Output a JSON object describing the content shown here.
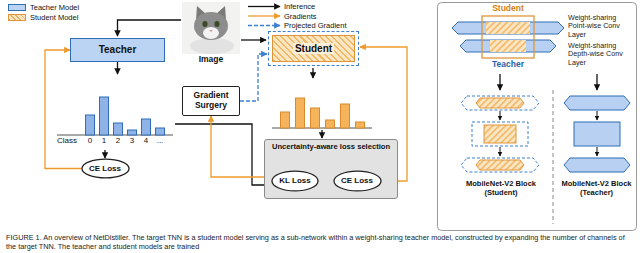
{
  "diagram": {
    "caption": "FIGURE 1. An overview of NetDistiller. The target TNN is a student model serving as a sub-network within a weight-sharing teacher model, constructed by expanding the number of channels of the target TNN. The teacher and student models are trained",
    "nodes": [
      {
        "text": [
          "Teacher"
        ]
      },
      {
        "text": [
          "Student"
        ]
      },
      {
        "text": [
          "Class",
          "0",
          "1",
          "2",
          "3",
          "4",
          "..."
        ]
      },
      {
        "text": [
          "Gradient Surgery"
        ]
      },
      {
        "text": [
          "CE Loss"
        ]
      },
      {
        "text": [
          "Uncertainty-aware loss selection"
        ]
      },
      {
        "text": [
          "KL Loss"
        ],
        "in": 5
      },
      {
        "text": [
          "CE Loss"
        ],
        "in": 5
      }
    ],
    "edges": [
      {
        "from": 0,
        "to": 2,
        "arrow": "to"
      },
      {
        "from": 2,
        "to": 4,
        "arrow": "to"
      },
      {
        "from": 2,
        "to": 6,
        "arrow": "to"
      },
      {
        "from": 4,
        "to": 0,
        "arrow": "to"
      },
      {
        "from": 6,
        "to": 3,
        "arrow": "to"
      },
      {
        "from": 3,
        "to": 1,
        "arrow": "to"
      },
      {
        "from": 7,
        "to": 1,
        "arrow": "to"
      }
    ],
    "labels": [
      "Image",
      "Student",
      "Teacher",
      "Weight-sharing Point-wise Conv Layer",
      "Weight-sharing Depth-wise Conv Layer",
      "MobileNet-V2 Block (Student)",
      "MobileNet-V2 Block (Teacher)"
    ],
    "legend": [
      {
        "text": "Teacher Model",
        "color": "#bcd4f3"
      },
      {
        "text": "Student Model",
        "color": "#fbe6c4"
      },
      {
        "text": "Inference"
      },
      {
        "text": "Gradients"
      },
      {
        "text": "Projected Gradient"
      }
    ]
  }
}
